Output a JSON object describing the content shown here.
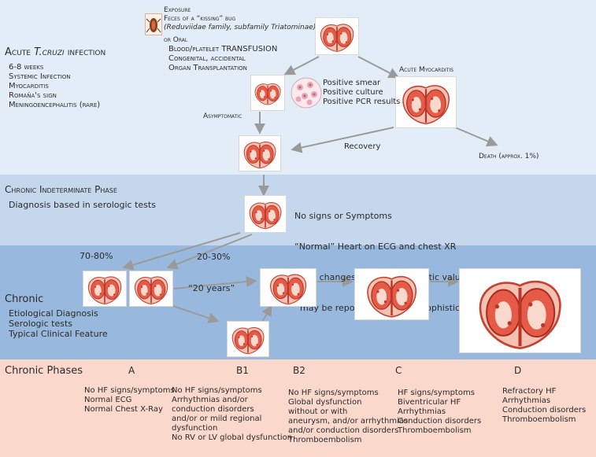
{
  "acute": {
    "title_prefix": "Acute",
    "title_italic": "T.cruzi",
    "title_suffix": "infection",
    "items": [
      "6-8 weeks",
      "Systemic Infection",
      "Myocarditis",
      "Romaña's sign",
      "Meningoencephalitis (rare)"
    ]
  },
  "exposure": {
    "label": "Exposure",
    "feces": "Feces of a “kissing” bug",
    "family": "(Reduviidae family, subfamily Triatominae)",
    "or_oral": "or Oral",
    "transfusion_prefix": "Blood/platelet",
    "transfusion_word": "TRANSFUSION",
    "congenital": "Congenital, accidental",
    "transplant": "Organ Transplantation"
  },
  "tests": [
    "Positive smear",
    "Positive culture",
    "Positive PCR results"
  ],
  "acute_myocarditis": "Acute Myocarditis",
  "asymptomatic": "Asymptomatic",
  "recovery": "Recovery",
  "death": "Death (approx. 1%)",
  "indeterminate": {
    "title": "Chronic Indeterminate Phase",
    "diagnosis": "Diagnosis based in serologic tests",
    "notes": [
      "No signs or Symptoms",
      "“Normal” Heart on ECG and chest XR",
      "(mild changes without prognostic value",
      "  may be reported with more sophisticated tests)"
    ]
  },
  "chronic": {
    "pct_a": "70-80%",
    "pct_b": "20-30%",
    "years": "“20 years”",
    "title": "Chronic",
    "items": [
      "Etiological Diagnosis",
      "Serologic tests",
      "Typical Clinical Feature"
    ]
  },
  "phases": {
    "title": "Chronic Phases",
    "cols": [
      {
        "name": "A",
        "lines": [
          "No HF signs/symptoms",
          "Normal ECG",
          "Normal Chest X-Ray"
        ]
      },
      {
        "name": "B1",
        "lines": [
          "No HF signs/symptoms",
          "Arrhythmias and/or",
          "conduction disorders",
          "and/or or mild regional",
          "dysfunction",
          "No RV or LV global dysfunction"
        ]
      },
      {
        "name": "B2",
        "lines": [
          "No HF signs/symptoms",
          "Global dysfunction",
          "without or with",
          "aneurysm, and/or arrhythmias",
          "and/or conduction disorders",
          "Thromboembolism"
        ]
      },
      {
        "name": "C",
        "lines": [
          "HF signs/symptoms",
          "Biventricular HF",
          "Arrhythmias",
          "Conduction disorders",
          "Thromboembolism"
        ]
      },
      {
        "name": "D",
        "lines": [
          "Refractory HF",
          "Arrhythmias",
          "Conduction disorders",
          "Thromboembolism"
        ]
      }
    ]
  },
  "colors": {
    "band1": "#e3edf8",
    "band2": "#c5d7ec",
    "band3": "#98b9dd",
    "band4": "#fad8cc",
    "heart": "#d9493a",
    "arrow": "#9a9a9a"
  }
}
